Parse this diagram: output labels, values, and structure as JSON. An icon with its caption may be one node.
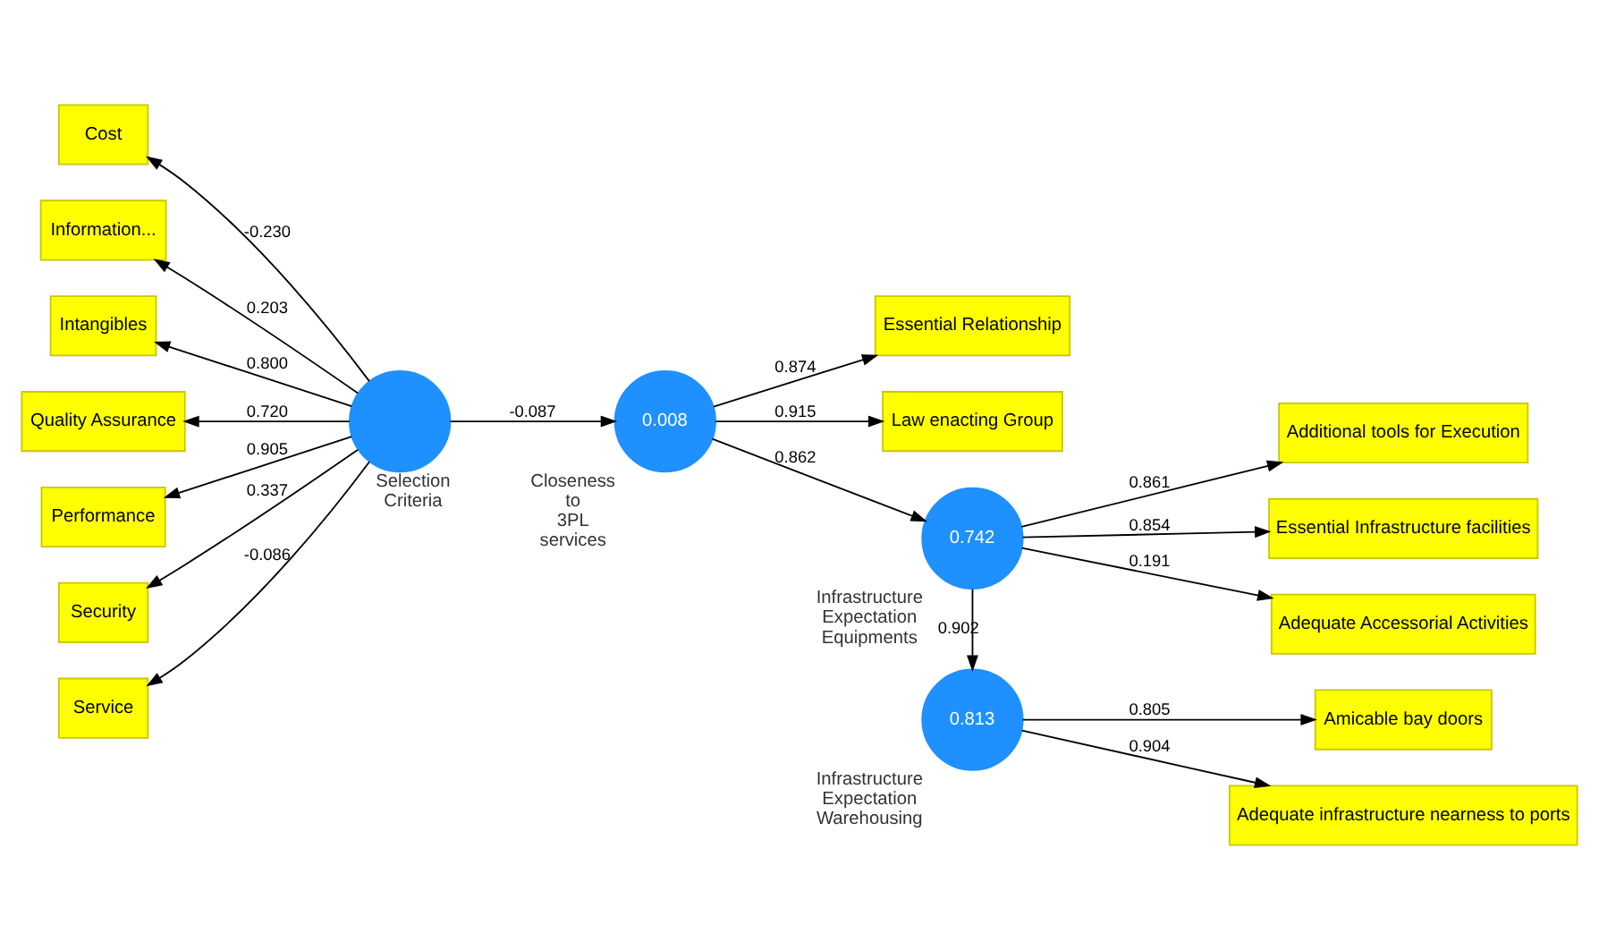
{
  "diagram": {
    "nodes": [
      {
        "text": [],
        "shape": "circle",
        "beside": [
          "Selection Criteria"
        ]
      },
      {
        "text": [
          "Cost"
        ]
      },
      {
        "text": [
          "Information..."
        ]
      },
      {
        "text": [
          "Intangibles"
        ]
      },
      {
        "text": [
          "Quality Assurance"
        ]
      },
      {
        "text": [
          "Performance"
        ]
      },
      {
        "text": [
          "Security"
        ]
      },
      {
        "text": [
          "Service"
        ]
      },
      {
        "text": [
          "0.008"
        ],
        "beside": [
          "Closeness to 3PL services"
        ]
      },
      {
        "text": [
          "Essential Relationship"
        ]
      },
      {
        "text": [
          "Law enacting Group"
        ]
      },
      {
        "text": [
          "0.742"
        ],
        "beside": [
          "Infrastructure Expectation Equipments"
        ]
      },
      {
        "text": [
          "Adequate Accessorial Activities"
        ]
      },
      {
        "text": [
          "Additional tools for Execution"
        ]
      },
      {
        "text": [
          "Essential Infrastructure facilities"
        ]
      },
      {
        "text": [
          "0.813"
        ],
        "beside": [
          "Infrastructure Expectation Warehousing"
        ]
      },
      {
        "text": [
          "Amicable bay doors"
        ]
      },
      {
        "text": [
          "Adequate infrastructure nearness to ports"
        ]
      }
    ],
    "edges": [
      {
        "from": 0,
        "to": 1,
        "arrow": "to",
        "label": "-0.230"
      },
      {
        "from": 0,
        "to": 2,
        "arrow": "to",
        "label": "0.203"
      },
      {
        "from": 0,
        "to": 3,
        "arrow": "to",
        "label": "0.800"
      },
      {
        "from": 0,
        "to": 4,
        "arrow": "to",
        "label": "0.720"
      },
      {
        "from": 0,
        "to": 5,
        "arrow": "to",
        "label": "0.905"
      },
      {
        "from": 0,
        "to": 6,
        "arrow": "to",
        "label": "0.337"
      },
      {
        "from": 0,
        "to": 7,
        "arrow": "to",
        "label": "-0.086"
      },
      {
        "from": 0,
        "to": 8,
        "arrow": "to",
        "label": "-0.087"
      },
      {
        "from": 8,
        "to": 9,
        "arrow": "to",
        "label": "0.874"
      },
      {
        "from": 8,
        "to": 10,
        "arrow": "to",
        "label": "0.915"
      },
      {
        "from": 8,
        "to": 11,
        "arrow": "to",
        "label": "0.862"
      },
      {
        "from": 11,
        "to": 12,
        "arrow": "to",
        "label": "0.191"
      },
      {
        "from": 11,
        "to": 13,
        "arrow": "to",
        "label": "0.861"
      },
      {
        "from": 11,
        "to": 14,
        "arrow": "to",
        "label": "0.854"
      },
      {
        "from": 11,
        "to": 15,
        "arrow": "to",
        "label": "0.902"
      },
      {
        "from": 15,
        "to": 16,
        "arrow": "to",
        "label": "0.805"
      },
      {
        "from": 15,
        "to": 17,
        "arrow": "to",
        "label": "0.904"
      }
    ]
  }
}
